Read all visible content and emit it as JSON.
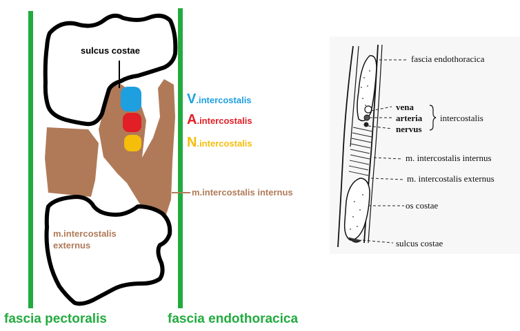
{
  "left": {
    "sulcus_costae": "sulcus costae",
    "vein": {
      "letter": "V",
      "suffix": ".intercostalis",
      "color": "#1e9fe0"
    },
    "artery": {
      "letter": "A",
      "suffix": ".intercostalis",
      "color": "#e21e26"
    },
    "nerve": {
      "letter": "N",
      "suffix": ".intercostalis",
      "color": "#f5be0b"
    },
    "muscle_internus": "m.intercostalis internus",
    "muscle_externus_line1": "m.intercostalis",
    "muscle_externus_line2": "externus",
    "fascia_pectoralis": "fascia pectoralis",
    "fascia_endothoracica": "fascia endothoracica",
    "fascia_color": "#22ab3f",
    "muscle_color": "#b07a58"
  },
  "right": {
    "fascia_endothoracica": "fascia endothoracica",
    "vena": "vena",
    "arteria": "arteria",
    "nervus": "nervus",
    "intercostalis": "intercostalis",
    "m_internus": "m. intercostalis internus",
    "m_externus": "m. intercostalis externus",
    "os_costae": "os costae",
    "sulcus_costae": "sulcus costae"
  }
}
